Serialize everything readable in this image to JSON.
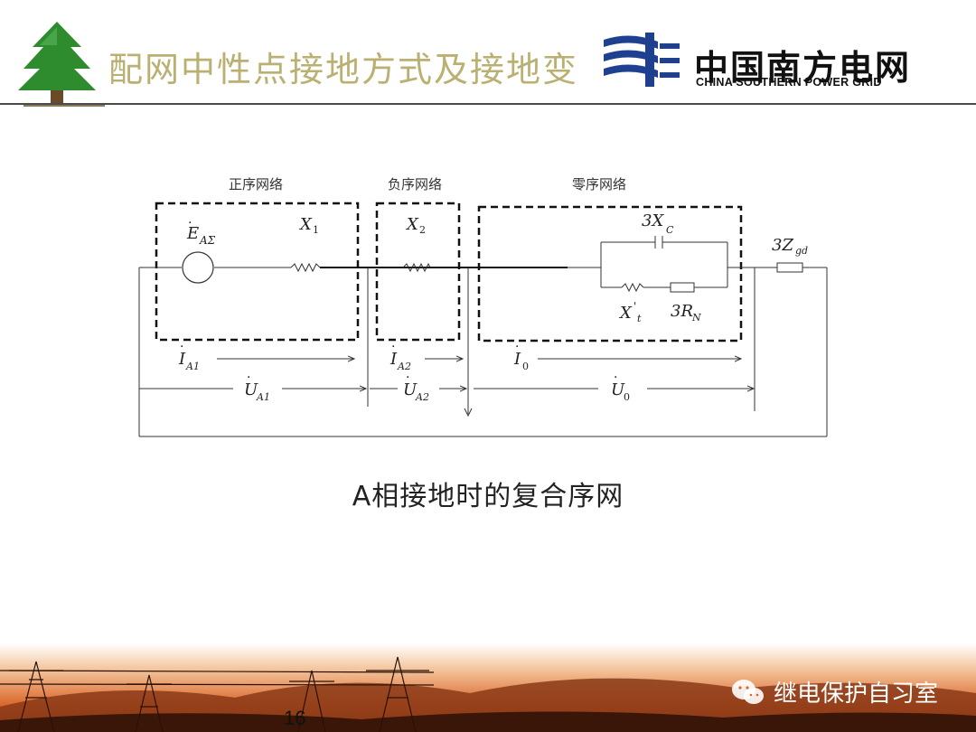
{
  "header": {
    "title": "配网中性点接地方式及接地变",
    "logo_cn": "中国南方电网",
    "logo_en": "CHINA SOUTHERN POWER GRID"
  },
  "diagram": {
    "network_labels": {
      "positive": "正序网络",
      "negative": "负序网络",
      "zero": "零序网络"
    },
    "source": {
      "symbol": "E",
      "subscript": "AΣ"
    },
    "impedances": {
      "x1": {
        "symbol": "X",
        "subscript": "1"
      },
      "x2": {
        "symbol": "X",
        "subscript": "2"
      },
      "xc": {
        "symbol": "3X",
        "subscript": "C"
      },
      "xt": {
        "symbol": "X",
        "prime": "'",
        "subscript": "t"
      },
      "rn": {
        "symbol": "3R",
        "subscript": "N"
      },
      "zgd": {
        "symbol": "3Z",
        "subscript": "gd"
      }
    },
    "currents": {
      "ia1": {
        "symbol": "I",
        "subscript": "A1"
      },
      "ia2": {
        "symbol": "I",
        "subscript": "A2"
      },
      "i0": {
        "symbol": "I",
        "subscript": "0"
      }
    },
    "voltages": {
      "ua1": {
        "symbol": "U",
        "subscript": "A1"
      },
      "ua2": {
        "symbol": "U",
        "subscript": "A2"
      },
      "u0": {
        "symbol": "U",
        "subscript": "0"
      }
    }
  },
  "caption": "A相接地时的复合序网",
  "footer": {
    "page_number": "16",
    "wechat_label": "继电保护自习室"
  },
  "colors": {
    "title": "#b9b071",
    "tree": "#2e8b2e",
    "logo_blue": "#1f3f8f",
    "footer_sky": "#d9662a"
  }
}
